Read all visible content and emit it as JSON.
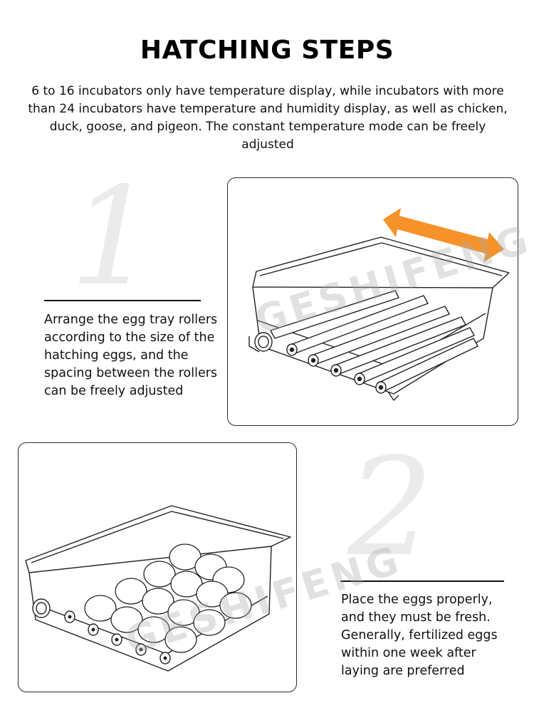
{
  "header": {
    "title": "HATCHING STEPS",
    "intro": "6 to 16 incubators only have temperature display, while incubators with more than 24 incubators have temperature and humidity display, as well as chicken, duck, goose, and pigeon. The constant temperature mode can be freely adjusted"
  },
  "steps": [
    {
      "number": "1",
      "text": "Arrange the egg tray rollers according to the size of the hatching eggs, and the spacing between the rollers can be freely adjusted",
      "illustration": "roller-tray-illustration",
      "arrow_color": "#f7922a"
    },
    {
      "number": "2",
      "text": "Place the eggs properly, and they must be fresh. Generally, fertilized eggs within one week after laying are preferred",
      "illustration": "eggs-in-tray-illustration"
    }
  ],
  "watermark": "GESHIFENG"
}
